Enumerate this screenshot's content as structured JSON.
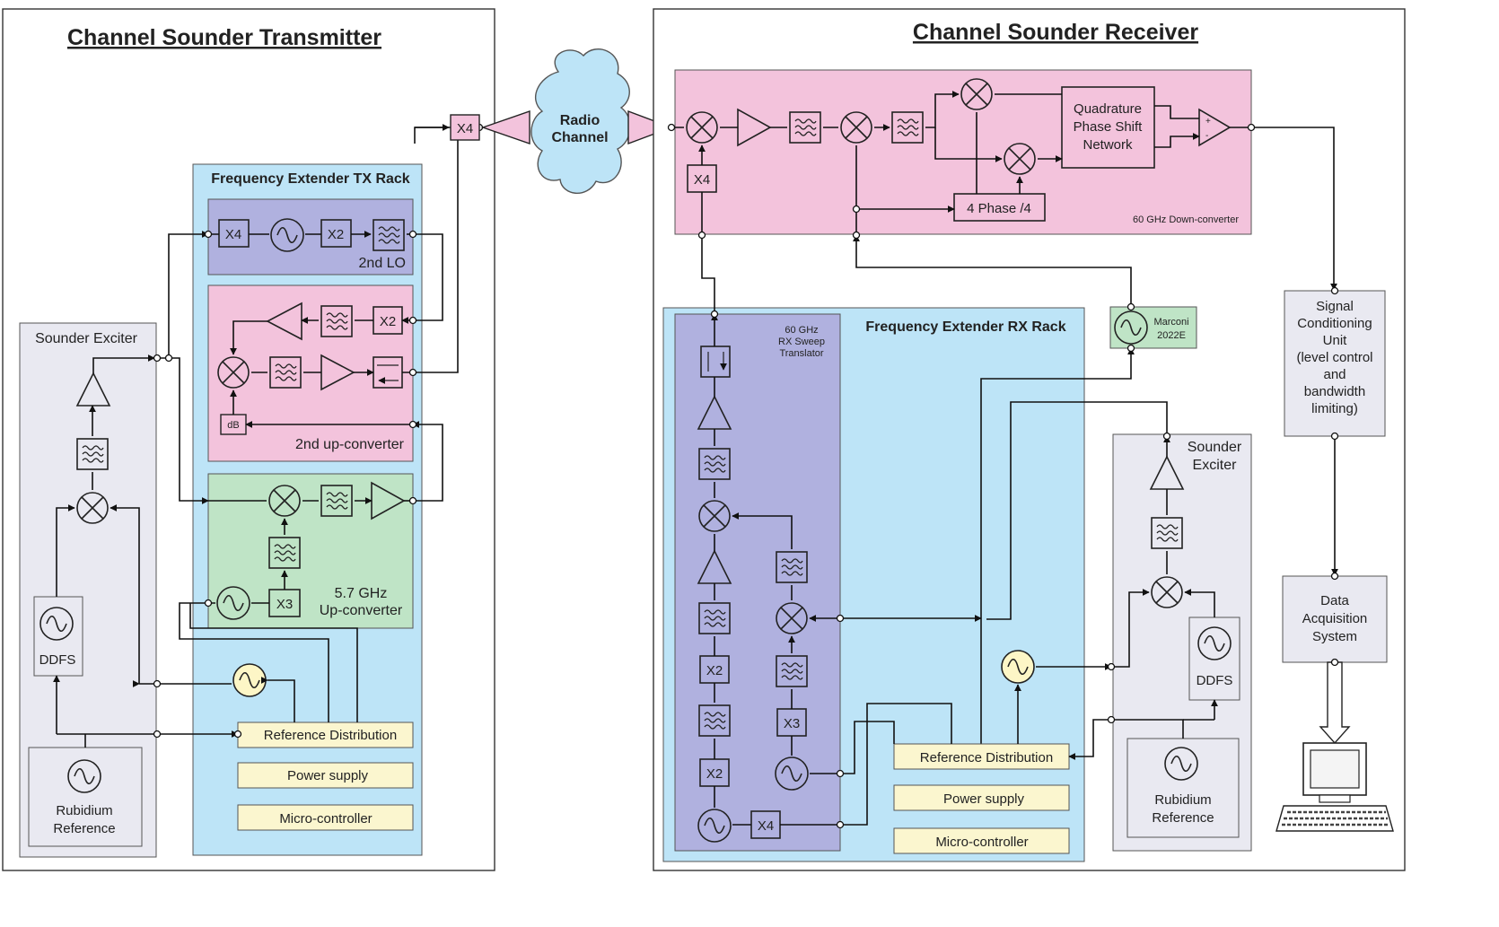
{
  "transmitter": {
    "title": "Channel Sounder Transmitter",
    "tx_rack_title": "Frequency Extender TX Rack",
    "exciter_title": "Sounder Exciter",
    "lo2_label": "2nd LO",
    "upconv2_label": "2nd up-converter",
    "upconv57_label_1": "5.7 GHz",
    "upconv57_label_2": "Up-converter",
    "ddfs_label": "DDFS",
    "rubidium_label_1": "Rubidium",
    "rubidium_label_2": "Reference",
    "ref_dist": "Reference Distribution",
    "power": "Power supply",
    "micro": "Micro-controller",
    "x4": "X4",
    "x2": "X2",
    "x3": "X3",
    "db": "dB"
  },
  "channel": {
    "line1": "Radio",
    "line2": "Channel"
  },
  "receiver": {
    "title": "Channel Sounder Receiver",
    "downconv_label": "60 GHz Down-converter",
    "qpsn_1": "Quadrature",
    "qpsn_2": "Phase Shift",
    "qpsn_3": "Network",
    "phase4": "4 Phase /4",
    "plus": "+",
    "minus": "-",
    "x4": "X4",
    "x2": "X2",
    "x3": "X3",
    "rx_rack_title": "Frequency Extender RX Rack",
    "sweep_1": "60 GHz",
    "sweep_2": "RX Sweep",
    "sweep_3": "Translator",
    "marconi_1": "Marconi",
    "marconi_2": "2022E",
    "exciter_1": "Sounder",
    "exciter_2": "Exciter",
    "ddfs_label": "DDFS",
    "rubidium_label_1": "Rubidium",
    "rubidium_label_2": "Reference",
    "ref_dist": "Reference Distribution",
    "power": "Power supply",
    "micro": "Micro-controller",
    "signal_cond": [
      "Signal",
      "Conditioning",
      "Unit",
      "(level control",
      "and",
      "bandwidth",
      "limiting)"
    ],
    "daq": [
      "Data",
      "Acquisition",
      "System"
    ]
  },
  "colors": {
    "rack_blue": "#bde4f7",
    "down_pink": "#f3c3dc",
    "lo_purple": "#b0b1df",
    "up_green": "#bfe4c6",
    "exciter_grey": "#e9e9f1",
    "supply_yellow": "#fbf6cf",
    "osc_yellow": "#fdf6c6"
  },
  "icons": [
    "oscillator-icon",
    "mixer-icon",
    "amplifier-icon",
    "filter-icon",
    "horn-antenna-icon",
    "cloud-icon",
    "computer-icon",
    "isolator-icon"
  ]
}
